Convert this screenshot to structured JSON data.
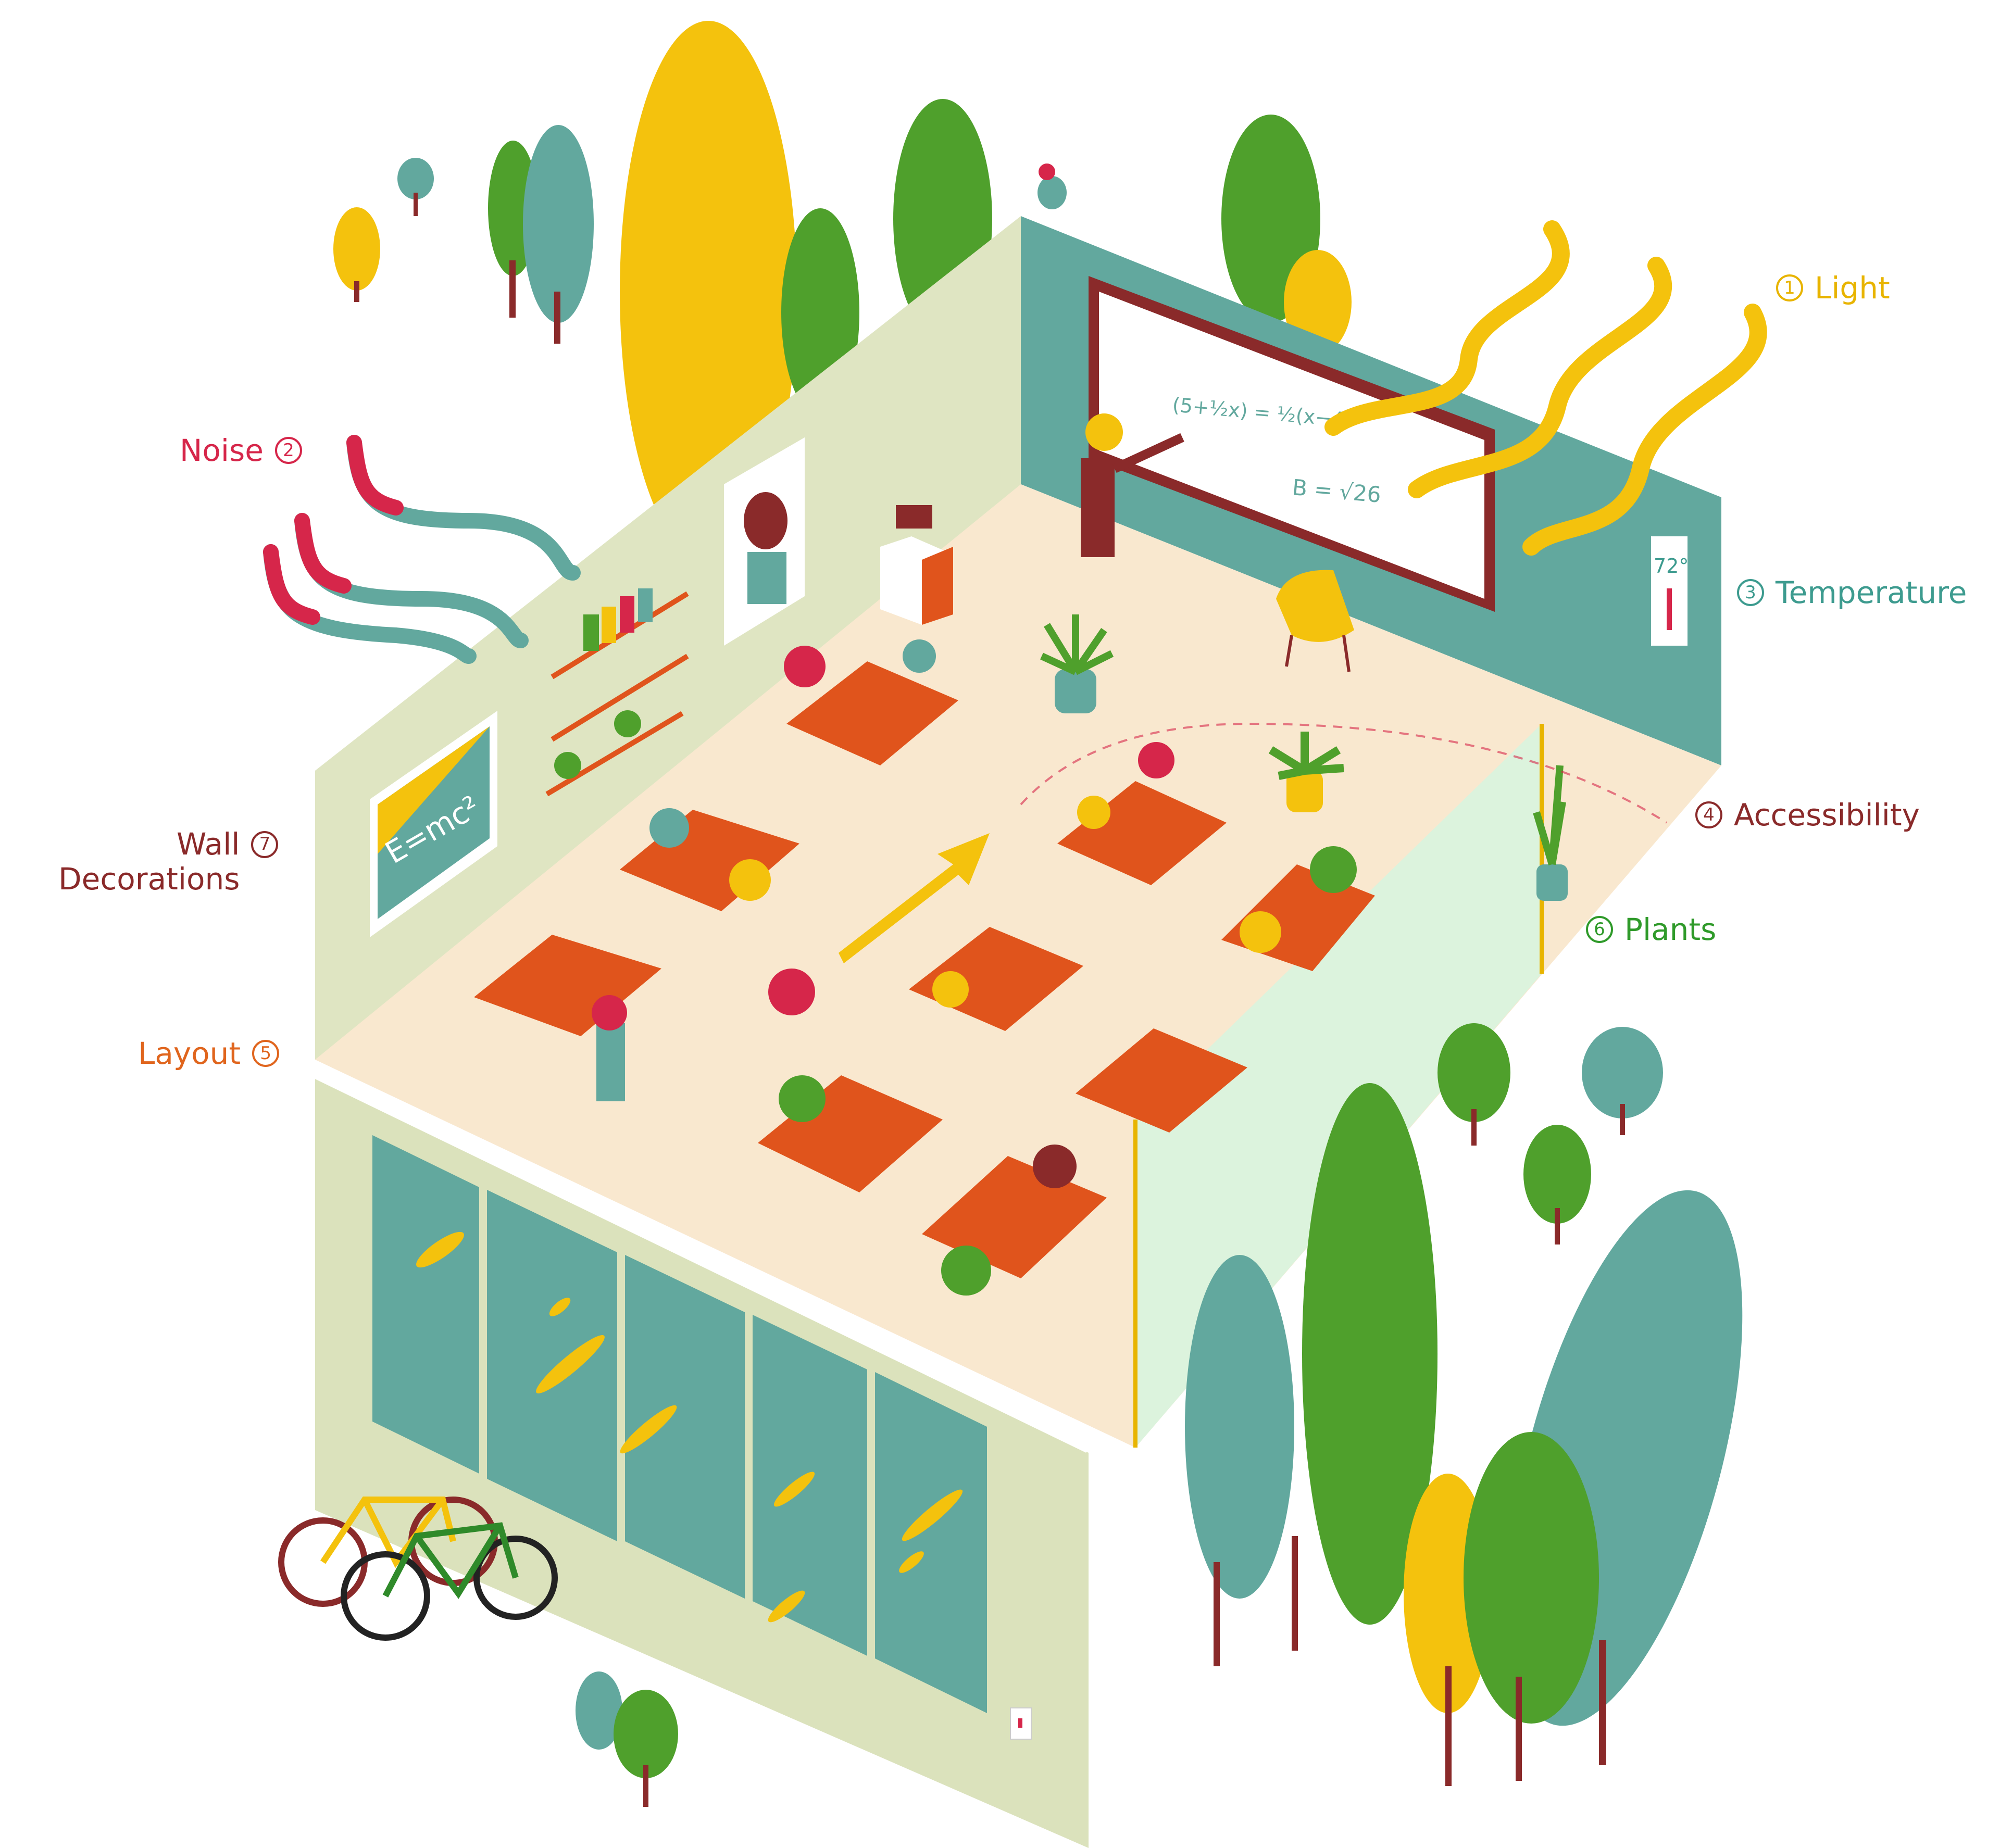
{
  "colors": {
    "light": "#e8b400",
    "noise": "#d6264a",
    "temperature": "#3d9b8f",
    "accessibility": "#8a2a2a",
    "layout": "#e0651d",
    "plants": "#2f9a2a",
    "wall_decorations": "#8a2a2a",
    "floor": "#f9e8cf",
    "teal": "#62a89e",
    "wall_green": "#dbe2bc",
    "desk": "#e0541c",
    "tree_green": "#5aa52f",
    "tree_yellow": "#f4c20d"
  },
  "labels": [
    {
      "key": "light",
      "num": "1",
      "text": "Light"
    },
    {
      "key": "noise",
      "num": "2",
      "text": "Noise"
    },
    {
      "key": "temperature",
      "num": "3",
      "text": "Temperature"
    },
    {
      "key": "accessibility",
      "num": "4",
      "text": "Accessibility"
    },
    {
      "key": "layout",
      "num": "5",
      "text": "Layout"
    },
    {
      "key": "plants",
      "num": "6",
      "text": "Plants"
    },
    {
      "key": "wall_decorations",
      "num": "7",
      "text_line1": "Wall",
      "text_line2": "Decorations"
    }
  ],
  "scene_text": {
    "poster_formula": "E=mc²",
    "thermometer_value": "72°",
    "board_formula_1": "(5+½x) = ½(x−4)",
    "board_formula_2": "B = √26"
  }
}
